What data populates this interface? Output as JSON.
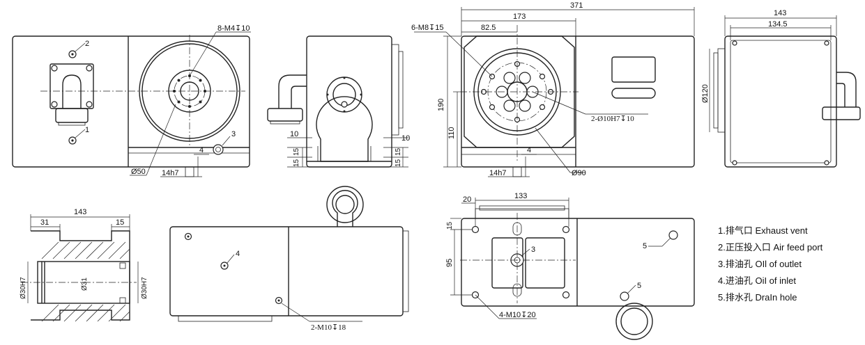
{
  "dimensions": {
    "m4": "8-M4↧10",
    "d50": "Ø50",
    "w14h7_front": "14h7",
    "four_front": "4",
    "ten_left": "10",
    "fifteen_a": "15",
    "fifteen_b": "15",
    "ten_right": "10",
    "fifteen_c": "15",
    "fifteen_d": "15",
    "total_371": "371",
    "w173": "173",
    "w82_5": "82.5",
    "m8": "6-M8↧15",
    "h190": "190",
    "h110": "110",
    "d10h7": "2-Ø10H7↧10",
    "four_top": "4",
    "w14h7_top": "14h7",
    "d90": "Ø90",
    "w143_side": "143",
    "w134_5": "134.5",
    "d120": "Ø120",
    "sec_143": "143",
    "sec_31": "31",
    "sec_15": "15",
    "sec_d30_left": "Ø30H7",
    "sec_d31": "Ø31",
    "sec_d30_right": "Ø30H7",
    "m10_18": "2-M10↧18",
    "b_20": "20",
    "b_133": "133",
    "b_15": "15",
    "b_95": "95",
    "b_m10_20": "4-M10↧20"
  },
  "callouts": {
    "c1": "1",
    "c2": "2",
    "c3_front": "3",
    "c4_bottom": "4",
    "c3_bottom": "3",
    "c5_a": "5",
    "c5_b": "5"
  },
  "legend": [
    "1.排气口 Exhaust vent",
    "2.正压投入口 Air feed port",
    "3.排油孔  OIl of outlet",
    "4.进油孔  OiI of inlet",
    "5.排水孔 DraIn hole"
  ]
}
